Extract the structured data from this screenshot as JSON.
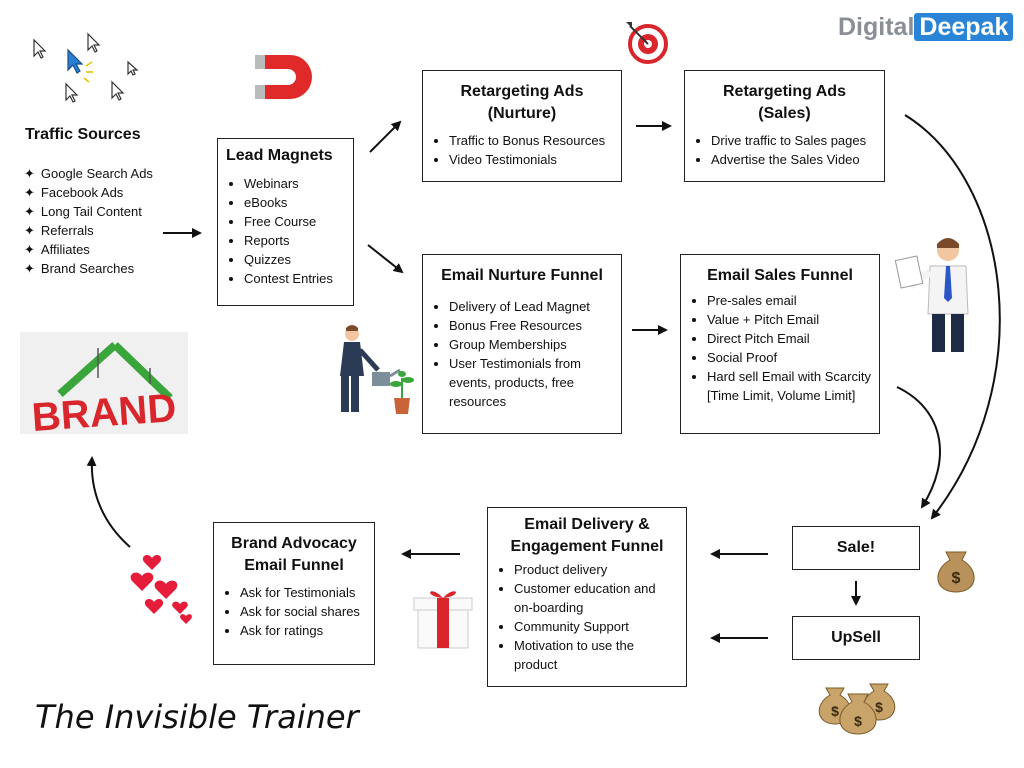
{
  "logo": {
    "part1": "Digital",
    "part2": "Deepak"
  },
  "traffic_sources": {
    "title": "Traffic Sources",
    "items": [
      "Google Search Ads",
      "Facebook Ads",
      "Long Tail Content",
      "Referrals",
      "Affiliates",
      "Brand Searches"
    ]
  },
  "lead_magnets": {
    "title": "Lead Magnets",
    "items": [
      "Webinars",
      "eBooks",
      "Free Course",
      "Reports",
      "Quizzes",
      "Contest Entries"
    ]
  },
  "retargeting_nurture": {
    "title_line1": "Retargeting Ads",
    "title_line2": "(Nurture)",
    "items": [
      "Traffic to Bonus Resources",
      "Video Testimonials"
    ]
  },
  "retargeting_sales": {
    "title_line1": "Retargeting Ads",
    "title_line2": "(Sales)",
    "items": [
      "Drive traffic to Sales pages",
      "Advertise the Sales Video"
    ]
  },
  "email_nurture": {
    "title": "Email Nurture Funnel",
    "items": [
      "Delivery of Lead Magnet",
      "Bonus Free Resources",
      "Group Memberships",
      "User Testimonials from events, products, free resources"
    ]
  },
  "email_sales": {
    "title": "Email Sales Funnel",
    "items": [
      "Pre-sales email",
      "Value + Pitch Email",
      "Direct Pitch Email",
      "Social Proof",
      "Hard sell Email with Scarcity [Time Limit, Volume Limit]"
    ]
  },
  "sale": {
    "title": "Sale!"
  },
  "upsell": {
    "title": "UpSell"
  },
  "email_delivery": {
    "title_line1": "Email Delivery &",
    "title_line2": "Engagement Funnel",
    "items": [
      "Product delivery",
      "Customer education and on-boarding",
      "Community Support",
      "Motivation to use the product"
    ]
  },
  "brand_advocacy": {
    "title_line1": "Brand Advocacy",
    "title_line2": "Email Funnel",
    "items": [
      "Ask for Testimonials",
      "Ask for social shares",
      "Ask for ratings"
    ]
  },
  "brand_image": {
    "text": "BRAND"
  },
  "footer": {
    "text": "The Invisible Trainer"
  },
  "colors": {
    "logo_grey": "#8a8f96",
    "logo_blue": "#2a84d6",
    "brand_red": "#d8262c",
    "crane_green": "#3aa53a"
  }
}
